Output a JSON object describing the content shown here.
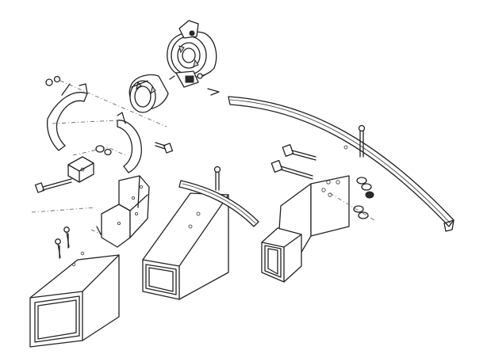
{
  "figure": {
    "kind": "exploded-assembly-line-drawing",
    "colors": {
      "ink": "#222222",
      "background": "#ffffff",
      "hidden_line": "#555555"
    },
    "parts": [
      "square-tube-post",
      "u-channel-bracket",
      "tall-square-tube",
      "extension-tube",
      "curved-rail",
      "split-clamp-halves",
      "bearing-bushing",
      "bushing-clamp-assembly",
      "bolts",
      "nuts-and-washers"
    ]
  }
}
